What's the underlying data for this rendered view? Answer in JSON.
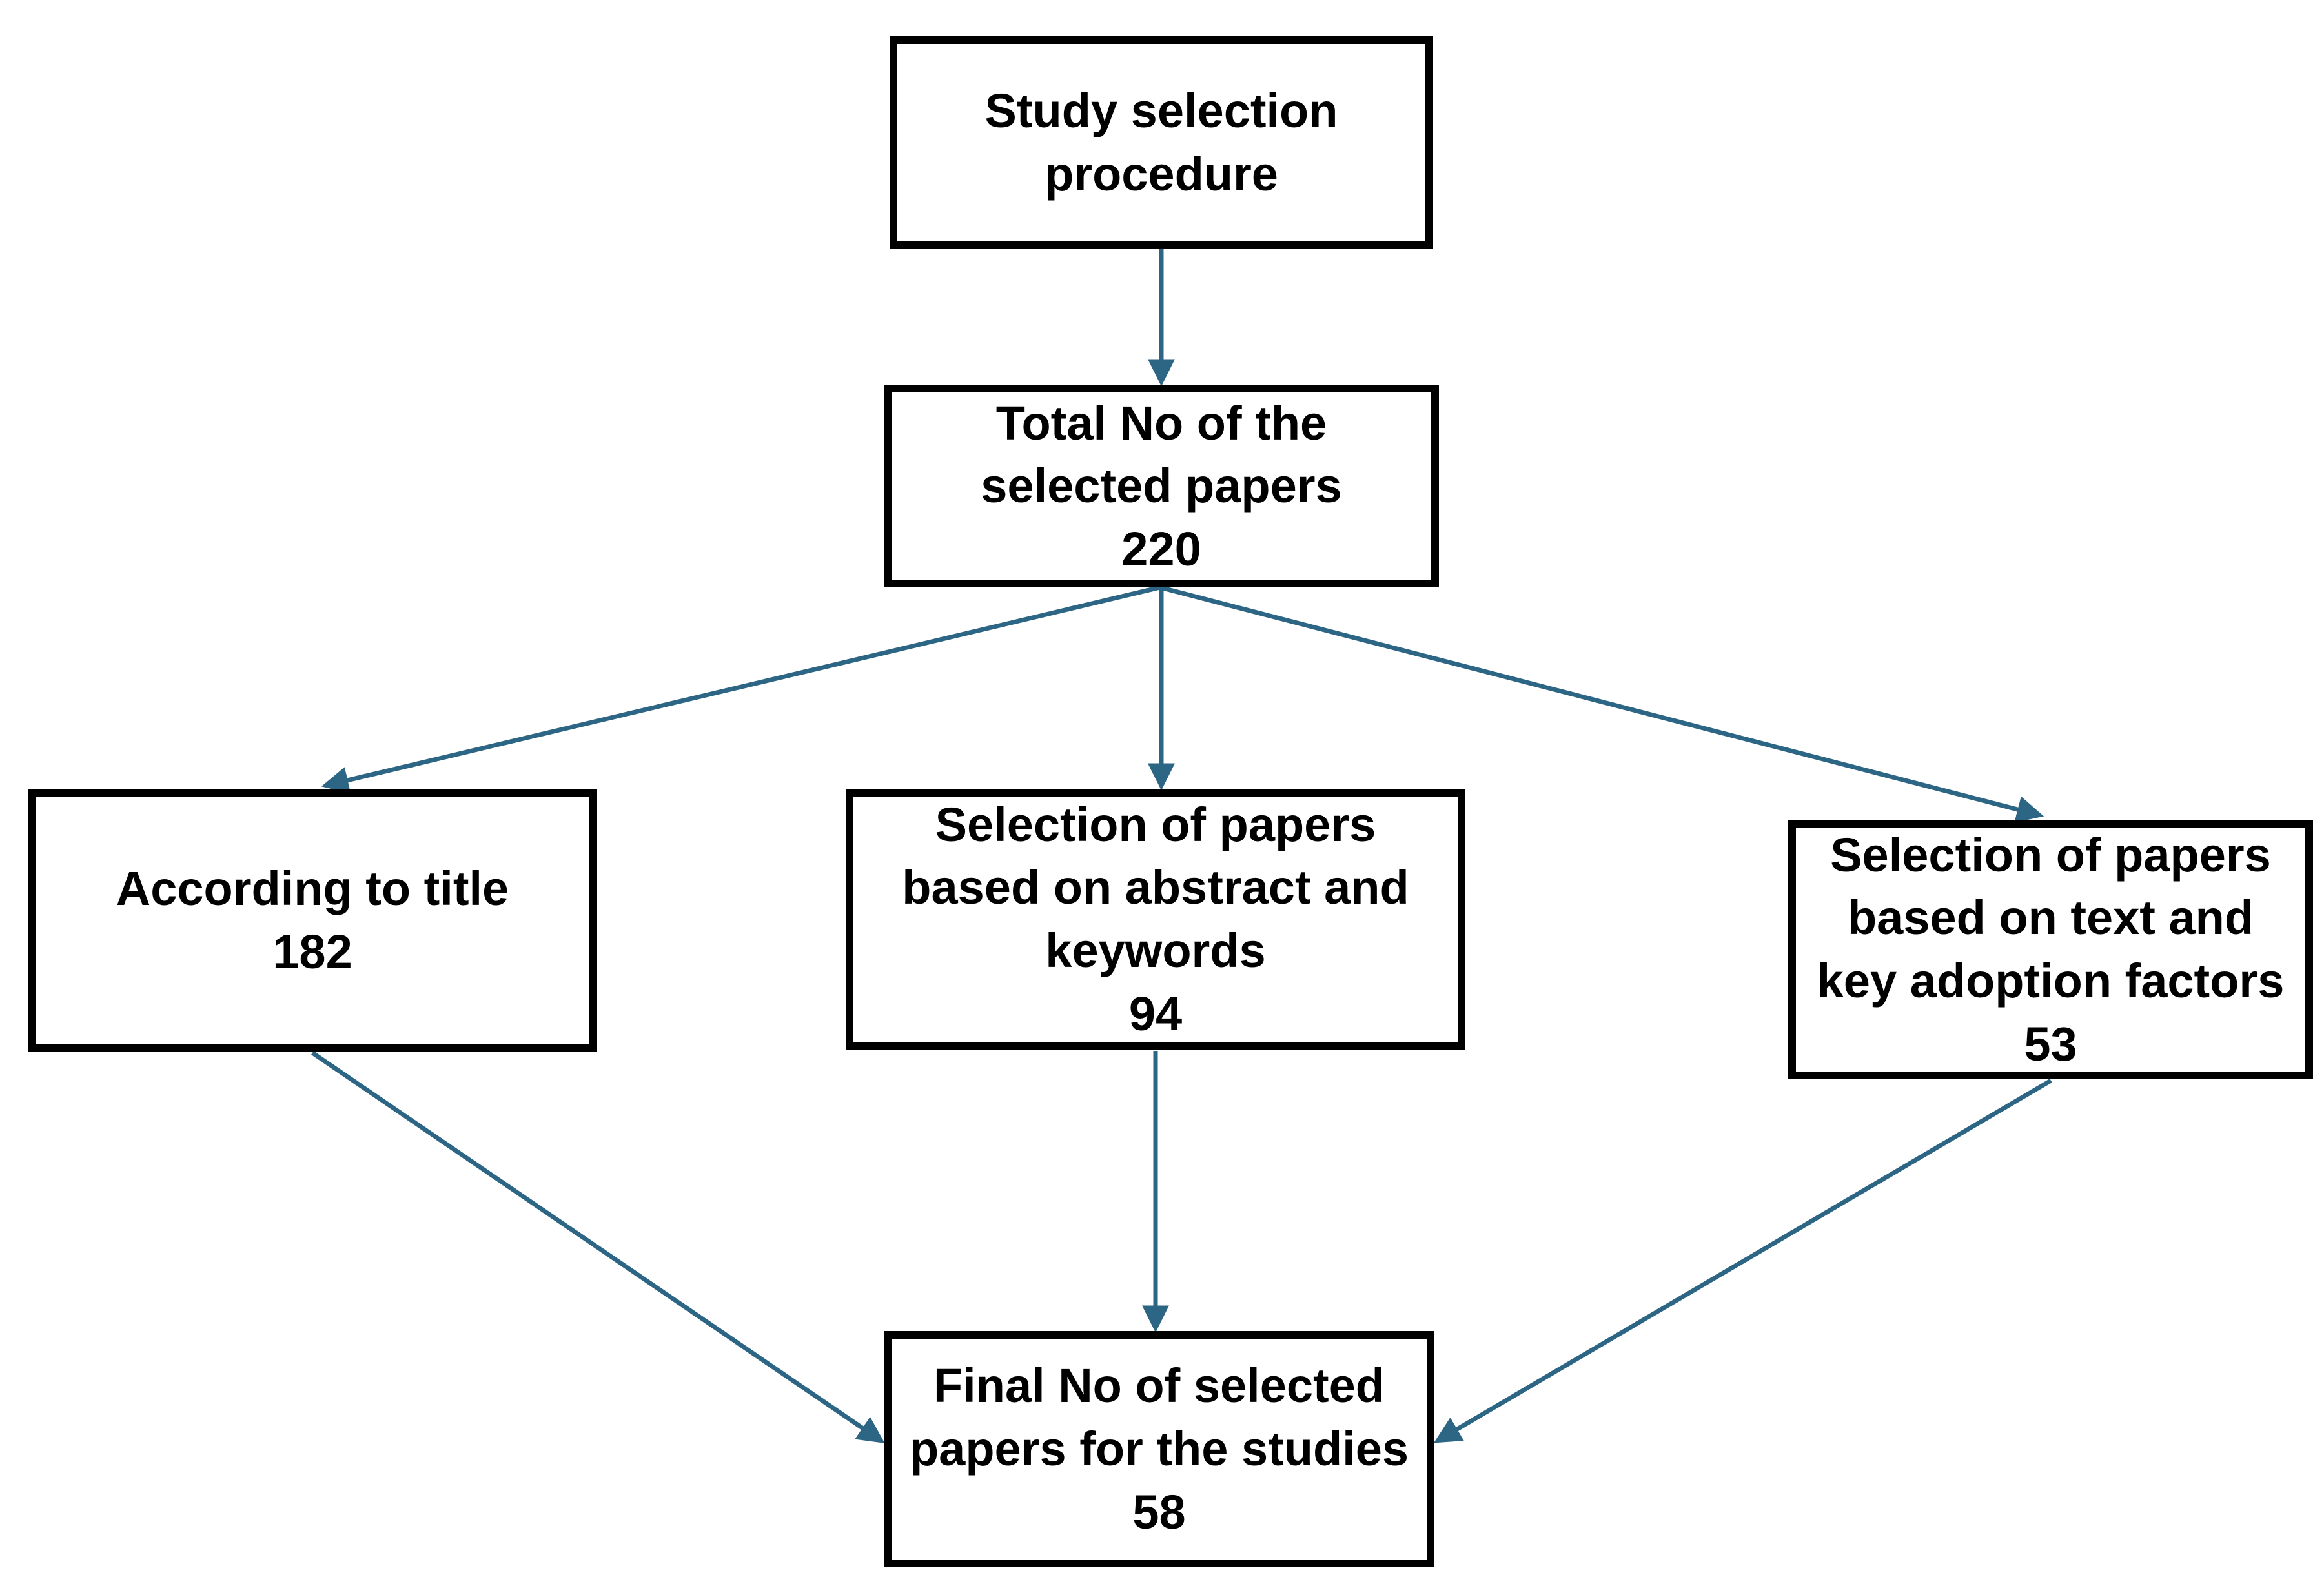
{
  "diagram": {
    "background_color": "#ffffff",
    "box_border_color": "#000000",
    "text_color": "#000000",
    "arrow_color": "#2d6685",
    "nodes": [
      {
        "id": "study-selection-procedure",
        "label": "Study selection\nprocedure",
        "count": ""
      },
      {
        "id": "total-selected-papers",
        "label": "Total No of the\nselected papers",
        "count": "220"
      },
      {
        "id": "according-to-title",
        "label": "According to title",
        "count": "182"
      },
      {
        "id": "selection-abstract-keywords",
        "label": "Selection of papers\nbased on abstract and\nkeywords",
        "count": "94"
      },
      {
        "id": "selection-text-adoption-factors",
        "label": "Selection of papers\nbased on text and\nkey adoption factors",
        "count": "53"
      },
      {
        "id": "final-selected-papers",
        "label": "Final No of selected\npapers for the studies",
        "count": "58"
      }
    ],
    "edges": [
      {
        "from": "study-selection-procedure",
        "to": "total-selected-papers"
      },
      {
        "from": "total-selected-papers",
        "to": "according-to-title"
      },
      {
        "from": "total-selected-papers",
        "to": "selection-abstract-keywords"
      },
      {
        "from": "total-selected-papers",
        "to": "selection-text-adoption-factors"
      },
      {
        "from": "according-to-title",
        "to": "final-selected-papers"
      },
      {
        "from": "selection-abstract-keywords",
        "to": "final-selected-papers"
      },
      {
        "from": "selection-text-adoption-factors",
        "to": "final-selected-papers"
      }
    ]
  }
}
